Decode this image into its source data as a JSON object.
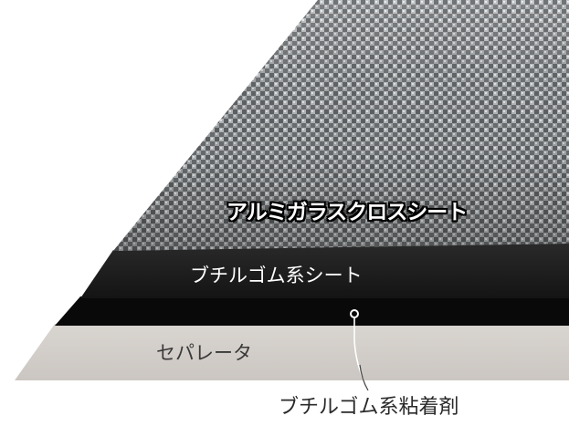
{
  "labels": {
    "aluminum_glass_cloth_sheet": "アルミガラスクロスシート",
    "butyl_rubber_sheet": "ブチルゴム系シート",
    "separator": "セパレータ",
    "butyl_rubber_adhesive": "ブチルゴム系粘着剤"
  },
  "colors": {
    "aluminum_layer": "#8f9193",
    "butyl_sheet": "#1c1c1c",
    "adhesive_layer": "#0a0a0a",
    "separator": "#d3cec9",
    "leader_line": "#ffffff"
  }
}
